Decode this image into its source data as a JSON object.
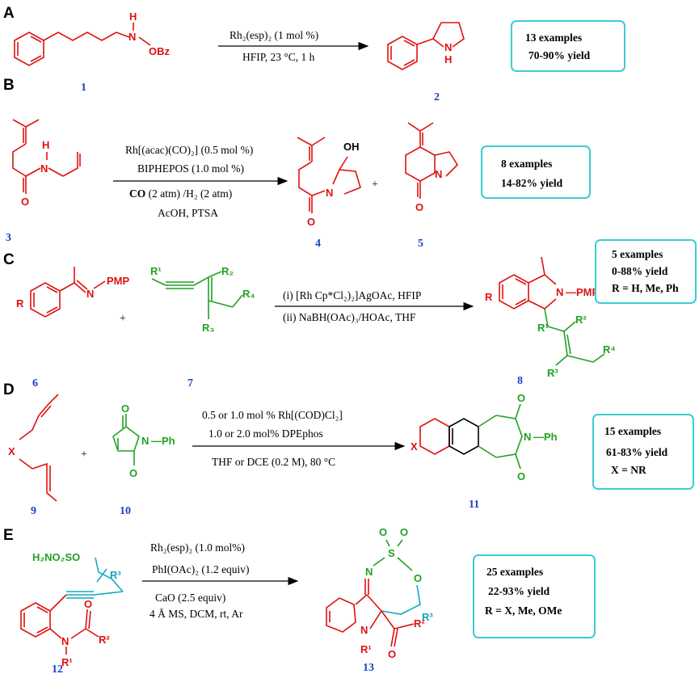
{
  "sections": {
    "A": {
      "label": "A",
      "reactant_num": "1",
      "product_num": "2",
      "cond_top": "Rh₂(esp)₂  (1 mol %)",
      "cond_bottom": "HFIP, 23 °C, 1 h",
      "box_line1": "13 examples",
      "box_line2": "70-90% yield",
      "atoms": {
        "nh_h": "H",
        "nh_n": "N",
        "obz": "OBz",
        "prod_n": "N",
        "prod_h": "H"
      }
    },
    "B": {
      "label": "B",
      "reactant_num": "3",
      "product_num_1": "4",
      "product_num_2": "5",
      "cond_1": "Rh[(acac)(CO)₂] (0.5 mol %)",
      "cond_2": "BIPHEPOS (1.0 mol %)",
      "cond_3_bold": "CO",
      "cond_3_rest": " (2 atm) /H₂ (2 atm)",
      "cond_4": "AcOH, PTSA",
      "plus": "+",
      "box_line1": "8 examples",
      "box_line2": "14-82% yield",
      "atoms": {
        "h": "H",
        "n": "N",
        "o": "O",
        "oh": "OH",
        "n4": "N",
        "o4": "O",
        "n5": "N",
        "o5": "O"
      }
    },
    "C": {
      "label": "C",
      "reactant_num_1": "6",
      "reactant_num_2": "7",
      "product_num": "8",
      "cond_1": "(i) [Rh Cp*Cl₂)₂]AgOAc, HFIP",
      "cond_2": "(ii) NaBH(OAc)₃/HOAc, THF",
      "plus": "+",
      "box_line1": "5 examples",
      "box_line2": "0-88% yield",
      "box_line3": "R = H, Me, Ph",
      "atoms": {
        "n": "N",
        "pmp": "PMP",
        "r": "R",
        "r1": "R¹",
        "r2": "R₂",
        "r3": "R₃",
        "r4": "R₄",
        "p_r": "R",
        "p_n": "N",
        "p_pmp": "—PMP",
        "p_r1": "R¹",
        "p_r2": "R²",
        "p_r3": "R³",
        "p_r4": "R⁴"
      }
    },
    "D": {
      "label": "D",
      "reactant_num_1": "9",
      "reactant_num_2": "10",
      "product_num": "11",
      "cond_1": "0.5 or 1.0 mol %  Rh[(COD)Cl₂]",
      "cond_2": "1.0 or 2.0 mol% DPEphos",
      "cond_3": "THF or DCE (0.2 M), 80 °C",
      "plus": "+",
      "box_line1": "15 examples",
      "box_line2": "61-83% yield",
      "box_line3": "X = NR",
      "atoms": {
        "x": "X",
        "o1": "O",
        "o2": "O",
        "n": "N",
        "ph": "—Ph",
        "p_x": "X",
        "p_o1": "O",
        "p_o2": "O",
        "p_n": "N",
        "p_ph": "—Ph"
      }
    },
    "E": {
      "label": "E",
      "reactant_num": "12",
      "product_num": "13",
      "cond_1": "Rh₂(esp)₂ (1.0 mol%)",
      "cond_2": "PhI(OAc)₂ (1.2 equiv)",
      "cond_3": "CaO (2.5 equiv)",
      "cond_4": "4 Å MS, DCM, rt, Ar",
      "box_line1": "25 examples",
      "box_line2": "22-93% yield",
      "box_line3": "R = X, Me, OMe",
      "atoms": {
        "h2no2so": "H₂NO₂SO",
        "r3": "R³",
        "n": "N",
        "r1": "R¹",
        "o": "O",
        "r2": "R²",
        "p_o1": "O",
        "p_o2": "O",
        "p_s": "S",
        "p_n": "N",
        "p_o3": "O",
        "p_r3": "R³",
        "p_n2": "N",
        "p_r1": "R¹",
        "p_o4": "O",
        "p_r2": "R²"
      }
    }
  },
  "colors": {
    "reactant": "#e01010",
    "reagent": "#22a022",
    "ring": "#11a8bd",
    "number": "#1f3fc8",
    "box_border": "#3ccbd3"
  }
}
